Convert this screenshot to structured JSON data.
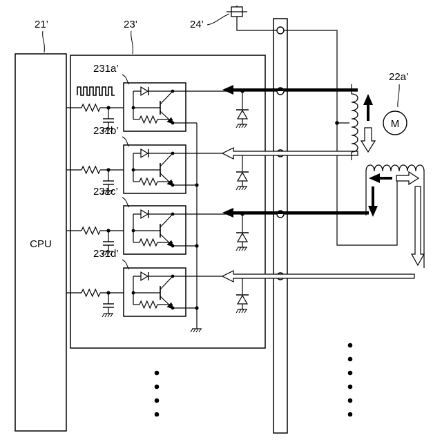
{
  "labels": {
    "cpu_ref": "21’",
    "driver_ref": "23’",
    "connector_ref": "24’",
    "motor_ref": "22a’",
    "cpu_text": "CPU",
    "motor_symbol": "M"
  },
  "channels": [
    {
      "label": "231a’"
    },
    {
      "label": "231b’"
    },
    {
      "label": "231c’"
    },
    {
      "label": "231d’"
    }
  ]
}
